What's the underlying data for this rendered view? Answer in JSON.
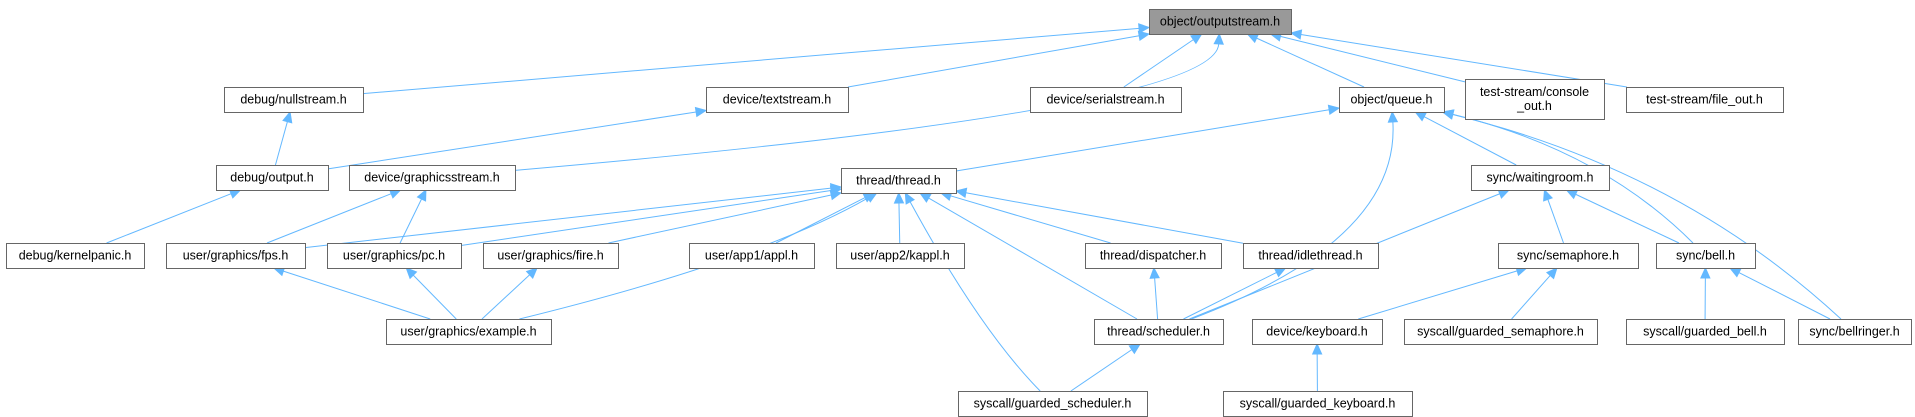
{
  "diagram": {
    "nodes": [
      {
        "id": "outputstream",
        "label": "object/outputstream.h",
        "root": true
      },
      {
        "id": "nullstream",
        "label": "debug/nullstream.h"
      },
      {
        "id": "textstream",
        "label": "device/textstream.h"
      },
      {
        "id": "serialstream",
        "label": "device/serialstream.h"
      },
      {
        "id": "queue",
        "label": "object/queue.h"
      },
      {
        "id": "console_out",
        "label": "test-stream/console\n_out.h"
      },
      {
        "id": "file_out",
        "label": "test-stream/file_out.h"
      },
      {
        "id": "output",
        "label": "debug/output.h"
      },
      {
        "id": "graphicsstream",
        "label": "device/graphicsstream.h"
      },
      {
        "id": "thread",
        "label": "thread/thread.h"
      },
      {
        "id": "waitingroom",
        "label": "sync/waitingroom.h"
      },
      {
        "id": "kernelpanic",
        "label": "debug/kernelpanic.h"
      },
      {
        "id": "fps",
        "label": "user/graphics/fps.h"
      },
      {
        "id": "pc",
        "label": "user/graphics/pc.h"
      },
      {
        "id": "fire",
        "label": "user/graphics/fire.h"
      },
      {
        "id": "appl",
        "label": "user/app1/appl.h"
      },
      {
        "id": "kappl",
        "label": "user/app2/kappl.h"
      },
      {
        "id": "dispatcher",
        "label": "thread/dispatcher.h"
      },
      {
        "id": "idlethread",
        "label": "thread/idlethread.h"
      },
      {
        "id": "semaphore",
        "label": "sync/semaphore.h"
      },
      {
        "id": "bell",
        "label": "sync/bell.h"
      },
      {
        "id": "example",
        "label": "user/graphics/example.h"
      },
      {
        "id": "scheduler",
        "label": "thread/scheduler.h"
      },
      {
        "id": "keyboard",
        "label": "device/keyboard.h"
      },
      {
        "id": "guarded_semaphore",
        "label": "syscall/guarded_semaphore.h"
      },
      {
        "id": "guarded_bell",
        "label": "syscall/guarded_bell.h"
      },
      {
        "id": "bellringer",
        "label": "sync/bellringer.h"
      },
      {
        "id": "guarded_scheduler",
        "label": "syscall/guarded_scheduler.h"
      },
      {
        "id": "guarded_keyboard",
        "label": "syscall/guarded_keyboard.h"
      }
    ],
    "edges": [
      {
        "from": "nullstream",
        "to": "outputstream"
      },
      {
        "from": "textstream",
        "to": "outputstream"
      },
      {
        "from": "serialstream",
        "to": "outputstream"
      },
      {
        "from": "queue",
        "to": "outputstream"
      },
      {
        "from": "console_out",
        "to": "outputstream"
      },
      {
        "from": "file_out",
        "to": "outputstream"
      },
      {
        "from": "graphicsstream",
        "to": "outputstream"
      },
      {
        "from": "output",
        "to": "nullstream"
      },
      {
        "from": "output",
        "to": "textstream"
      },
      {
        "from": "kernelpanic",
        "to": "output"
      },
      {
        "from": "fps",
        "to": "graphicsstream"
      },
      {
        "from": "pc",
        "to": "graphicsstream"
      },
      {
        "from": "thread",
        "to": "queue"
      },
      {
        "from": "waitingroom",
        "to": "queue"
      },
      {
        "from": "bell",
        "to": "queue"
      },
      {
        "from": "bellringer",
        "to": "queue"
      },
      {
        "from": "scheduler",
        "to": "queue"
      },
      {
        "from": "fps",
        "to": "thread"
      },
      {
        "from": "pc",
        "to": "thread"
      },
      {
        "from": "fire",
        "to": "thread"
      },
      {
        "from": "appl",
        "to": "thread"
      },
      {
        "from": "kappl",
        "to": "thread"
      },
      {
        "from": "dispatcher",
        "to": "thread"
      },
      {
        "from": "idlethread",
        "to": "thread"
      },
      {
        "from": "example",
        "to": "thread"
      },
      {
        "from": "scheduler",
        "to": "thread"
      },
      {
        "from": "guarded_scheduler",
        "to": "thread"
      },
      {
        "from": "semaphore",
        "to": "waitingroom"
      },
      {
        "from": "bell",
        "to": "waitingroom"
      },
      {
        "from": "scheduler",
        "to": "waitingroom"
      },
      {
        "from": "example",
        "to": "fps"
      },
      {
        "from": "example",
        "to": "pc"
      },
      {
        "from": "example",
        "to": "fire"
      },
      {
        "from": "scheduler",
        "to": "dispatcher"
      },
      {
        "from": "scheduler",
        "to": "idlethread"
      },
      {
        "from": "keyboard",
        "to": "semaphore"
      },
      {
        "from": "guarded_semaphore",
        "to": "semaphore"
      },
      {
        "from": "guarded_bell",
        "to": "bell"
      },
      {
        "from": "bellringer",
        "to": "bell"
      },
      {
        "from": "guarded_scheduler",
        "to": "scheduler"
      },
      {
        "from": "guarded_keyboard",
        "to": "keyboard"
      }
    ],
    "colors": {
      "node_border": "#666666",
      "root_fill": "#999999",
      "edge": "#63b8ff"
    }
  }
}
